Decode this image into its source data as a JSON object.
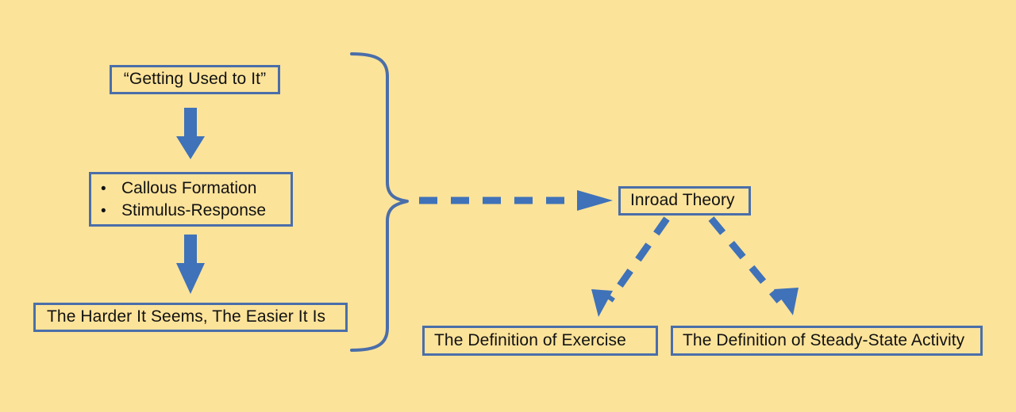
{
  "diagram": {
    "title": "Inroad Theory concept map",
    "background_color": "#fce39a",
    "border_color": "#4a6ea9",
    "arrow_color": "#3f72b8",
    "text_color": "#111111",
    "nodes": {
      "getting_used_to_it": {
        "label": "“Getting Used to It”"
      },
      "mechanisms": {
        "bullet_glyph": "•",
        "items": [
          "Callous Formation",
          "Stimulus-Response"
        ]
      },
      "harder_easier": {
        "label": "The Harder It Seems, The Easier It Is"
      },
      "inroad_theory": {
        "label": "Inroad Theory"
      },
      "definition_exercise": {
        "label": "The Definition of Exercise"
      },
      "definition_steady_state": {
        "label": "The Definition of Steady-State Activity"
      }
    },
    "connectors": [
      {
        "name": "arrow-getting-used-to-mechanisms",
        "style": "solid",
        "direction": "down"
      },
      {
        "name": "arrow-mechanisms-to-harder",
        "style": "solid",
        "direction": "down"
      },
      {
        "name": "brace-grouping-left-column",
        "style": "curly-brace",
        "direction": "right"
      },
      {
        "name": "arrow-brace-to-inroad",
        "style": "dashed",
        "direction": "right"
      },
      {
        "name": "arrow-inroad-to-exercise",
        "style": "dashed",
        "direction": "down-left"
      },
      {
        "name": "arrow-inroad-to-steady-state",
        "style": "dashed",
        "direction": "down-right"
      }
    ]
  }
}
